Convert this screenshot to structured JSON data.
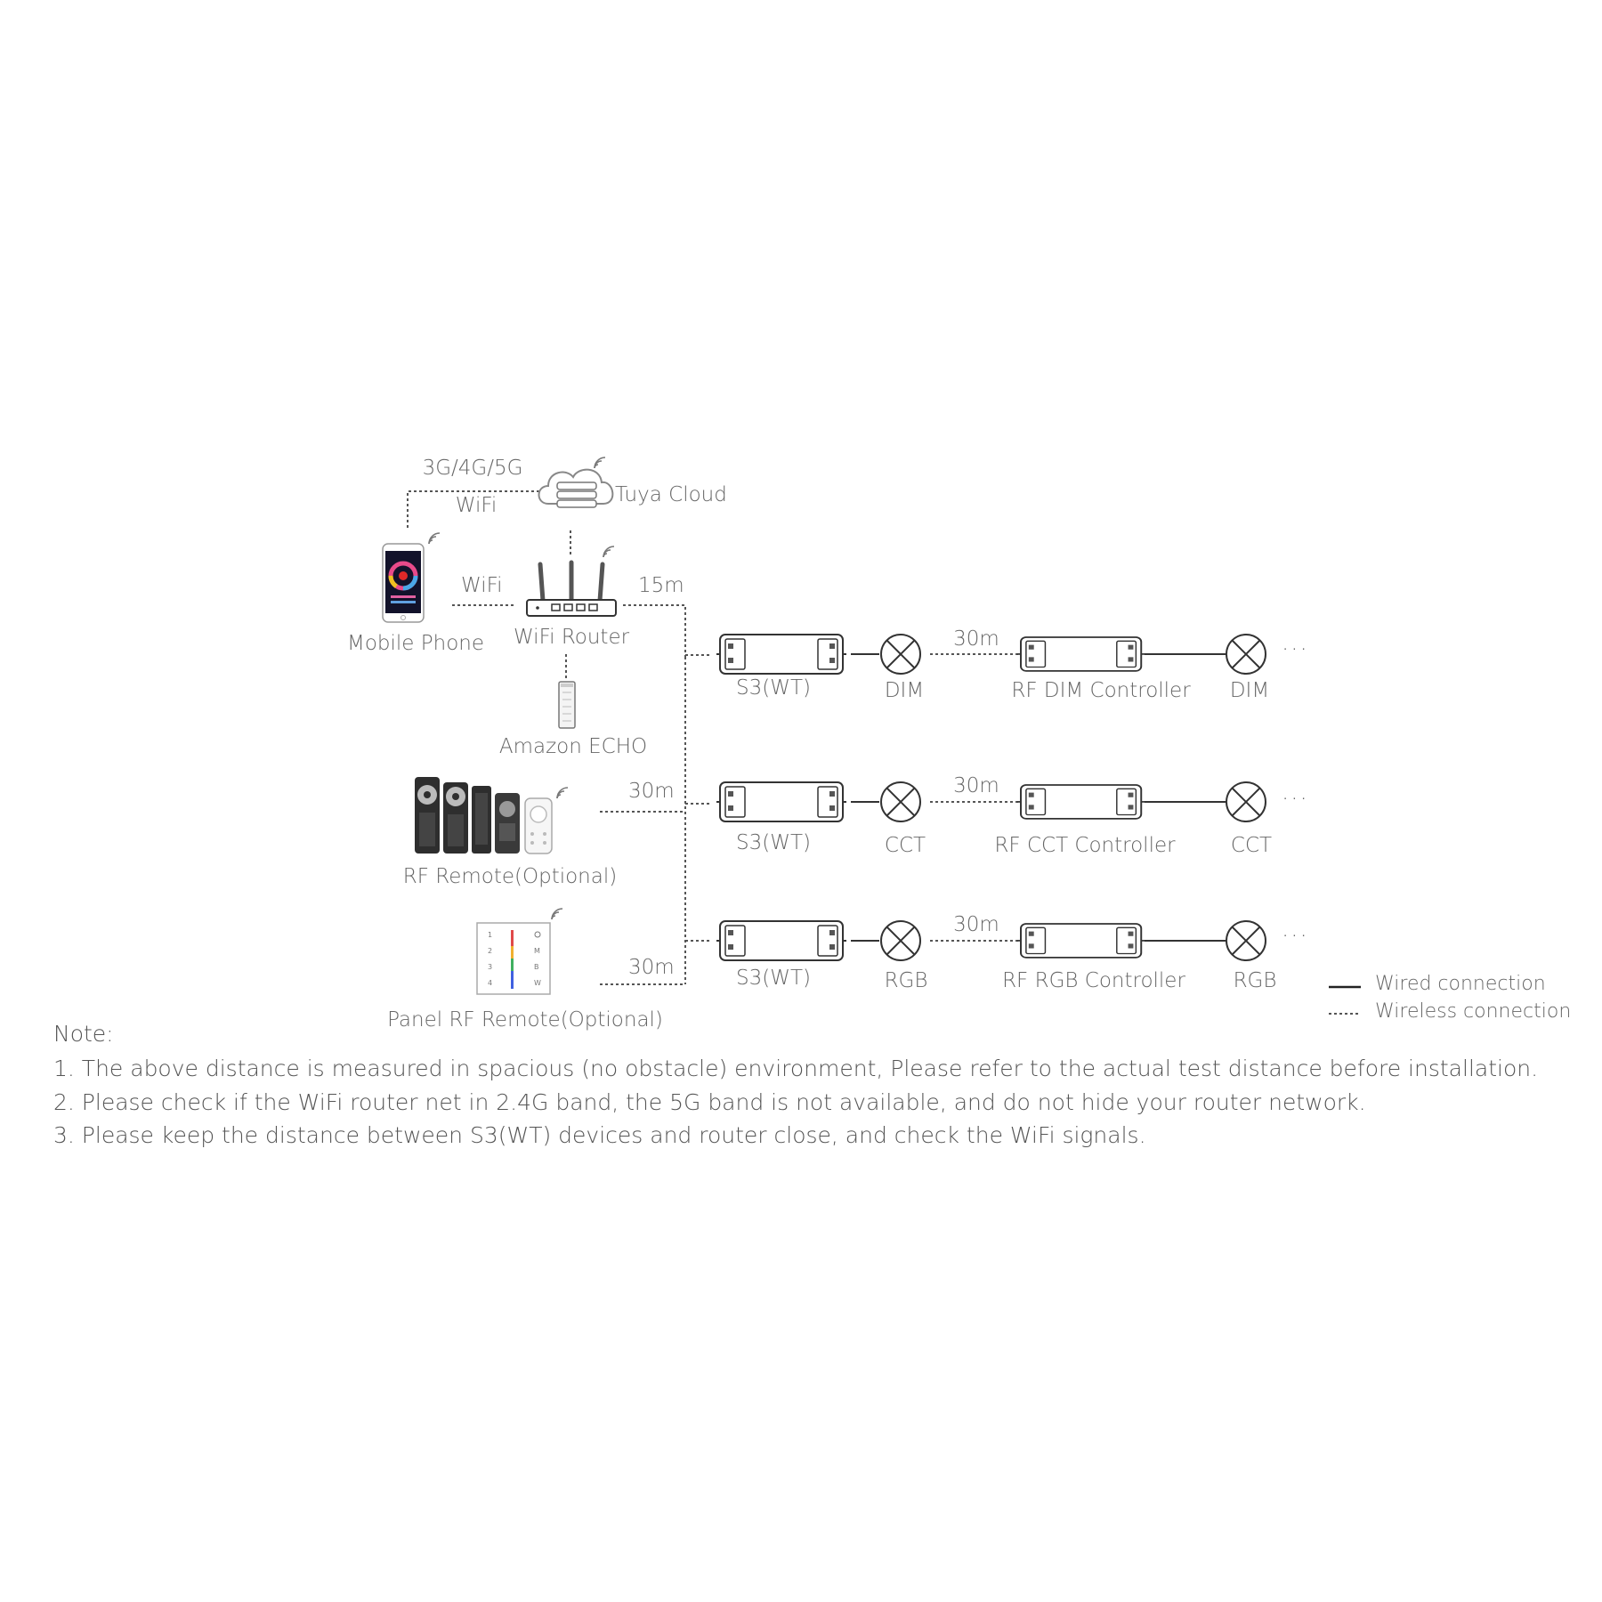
{
  "labels": {
    "cellular": "3G/4G/5G",
    "wifi_top": "WiFi",
    "tuya_cloud": "Tuya Cloud",
    "wifi_mid": "WiFi",
    "distance_15m": "15m",
    "mobile_phone": "Mobile Phone",
    "wifi_router": "WiFi Router",
    "amazon_echo": "Amazon ECHO",
    "rf_remote": "RF Remote(Optional)",
    "rf_remote_distance": "30m",
    "panel_remote": "Panel RF Remote(Optional)",
    "panel_remote_distance": "30m"
  },
  "rows": [
    {
      "device": "S3(WT)",
      "lamp1": "DIM",
      "distance": "30m",
      "controller": "RF DIM Controller",
      "lamp2": "DIM",
      "more": "···"
    },
    {
      "device": "S3(WT)",
      "lamp1": "CCT",
      "distance": "30m",
      "controller": "RF CCT Controller",
      "lamp2": "CCT",
      "more": "···"
    },
    {
      "device": "S3(WT)",
      "lamp1": "RGB",
      "distance": "30m",
      "controller": "RF RGB Controller",
      "lamp2": "RGB",
      "more": "···"
    }
  ],
  "legend": {
    "wired": "Wired connection",
    "wireless": "Wireless connection"
  },
  "notes": {
    "title": "Note:",
    "items": [
      "1. The above distance is measured in spacious (no obstacle) environment, Please refer to the actual test distance before installation.",
      "2. Please check if the WiFi router net in 2.4G band, the 5G band is not available, and do not hide your router network.",
      "3. Please keep the distance between S3(WT) devices and router close, and check the WiFi signals."
    ]
  },
  "colors": {
    "line": "#3a3a3a",
    "text": "#666666"
  },
  "icons": [
    "cloud-server-icon",
    "wifi-signal-icon",
    "smartphone-icon",
    "router-icon",
    "echo-speaker-icon",
    "rf-remote-icon",
    "panel-remote-icon",
    "controller-box-icon",
    "lamp-icon"
  ]
}
